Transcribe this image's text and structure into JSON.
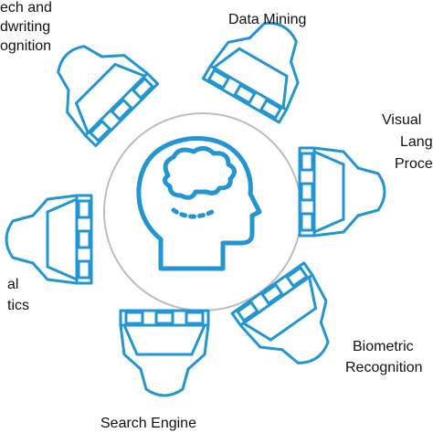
{
  "colors": {
    "accent": "#2196d3",
    "circle": "#bdbdbd",
    "text": "#111111"
  },
  "icons": {
    "center": "brain-head-icon",
    "spoke": "binder-clip-icon"
  },
  "labels": {
    "speech": [
      "ech and",
      "dwriting",
      "ognition"
    ],
    "data_mining": [
      "Data Mining"
    ],
    "visual": [
      "Visual",
      "Lang",
      "Proce"
    ],
    "biometric": [
      "Biometric",
      "Recognition"
    ],
    "search": [
      "Search Engine"
    ],
    "analytics": [
      "al",
      "tics"
    ]
  }
}
